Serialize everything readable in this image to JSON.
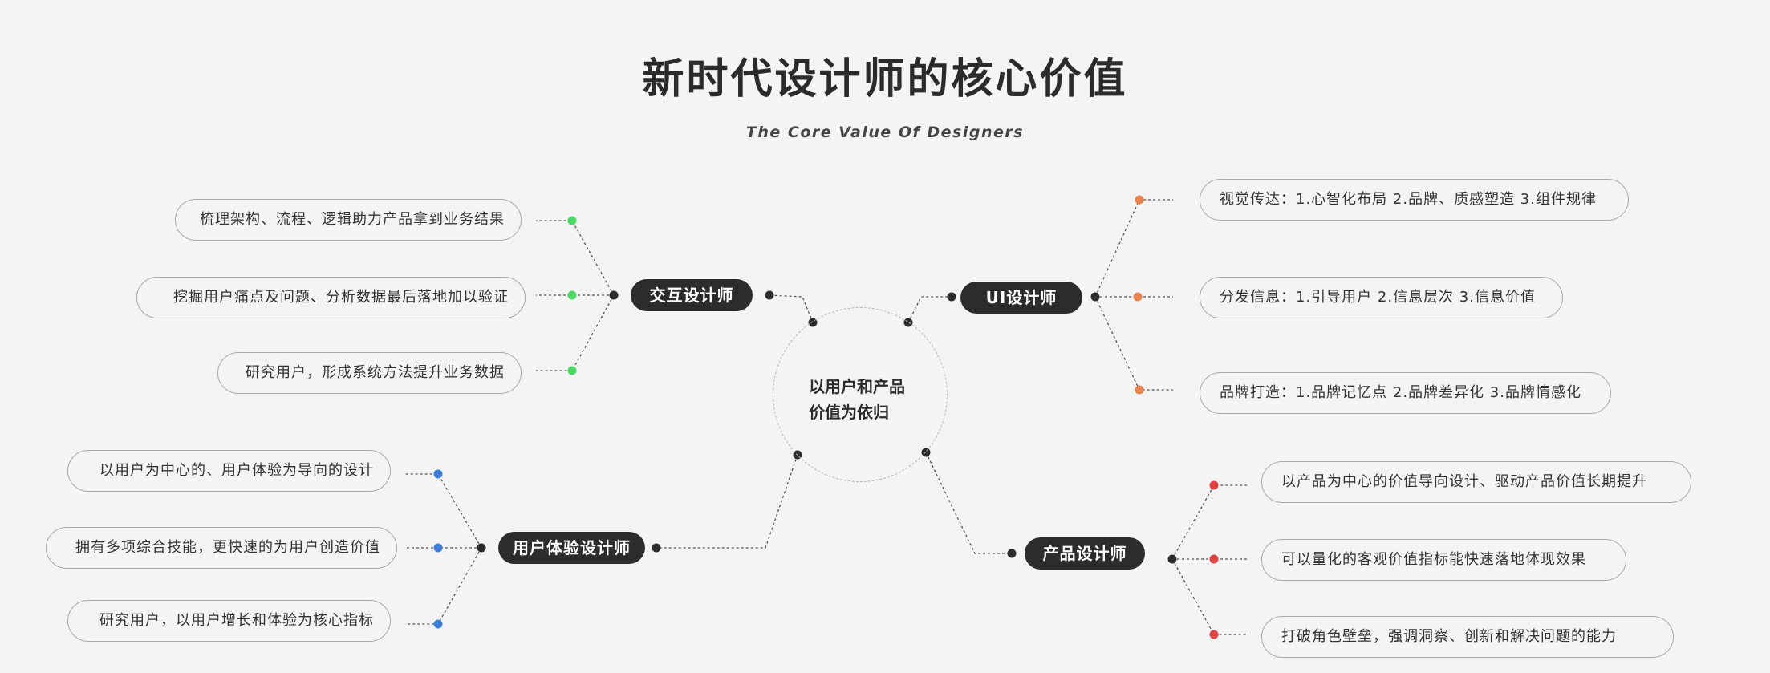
{
  "title": "新时代设计师的核心价值",
  "subtitle": "The Core Value Of Designers",
  "center": {
    "line1": "以用户和产品",
    "line2": "价值为依归"
  },
  "colors": {
    "background": "#f4f4f4",
    "role_pill": "#2c2c2c",
    "interaction_dot": "#4cd964",
    "ui_dot": "#e8824a",
    "ux_dot": "#3f7fdd",
    "product_dot": "#e04545",
    "connector_dot": "#2c2c2c"
  },
  "roles": {
    "interaction": {
      "label": "交互设计师",
      "items": [
        "梳理架构、流程、逻辑助力产品拿到业务结果",
        "挖掘用户痛点及问题、分析数据最后落地加以验证",
        "研究用户，形成系统方法提升业务数据"
      ]
    },
    "ui": {
      "label": "UI设计师",
      "items": [
        "视觉传达：1.心智化布局  2.品牌、质感塑造 3.组件规律",
        "分发信息：1.引导用户 2.信息层次 3.信息价值",
        "品牌打造：1.品牌记忆点 2.品牌差异化 3.品牌情感化"
      ]
    },
    "ux": {
      "label": "用户体验设计师",
      "items": [
        "以用户为中心的、用户体验为导向的设计",
        "拥有多项综合技能，更快速的为用户创造价值",
        "研究用户，以用户增长和体验为核心指标"
      ]
    },
    "product": {
      "label": "产品设计师",
      "items": [
        "以产品为中心的价值导向设计、驱动产品价值长期提升",
        "可以量化的客观价值指标能快速落地体现效果",
        "打破角色壁垒，强调洞察、创新和解决问题的能力"
      ]
    }
  }
}
